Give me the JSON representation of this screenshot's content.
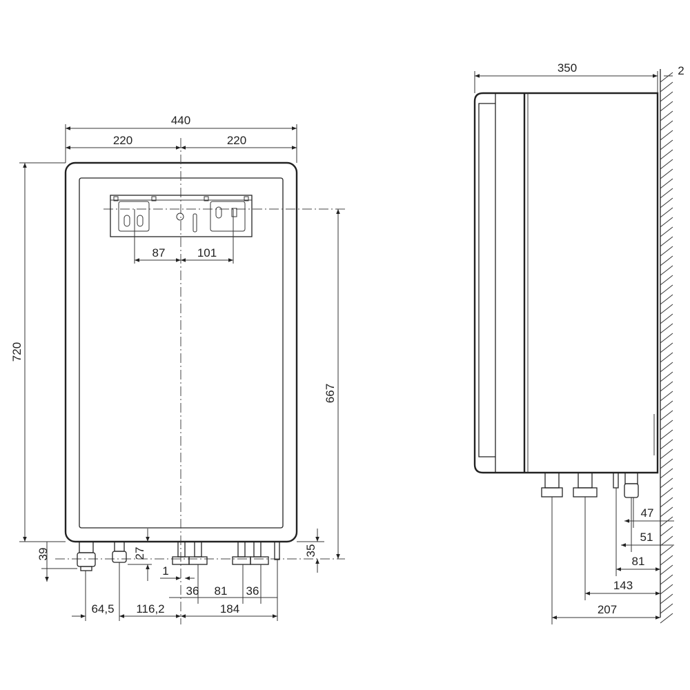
{
  "front_view": {
    "width_total": "440",
    "width_left": "220",
    "width_right": "220",
    "height_total": "720",
    "height_bracket": "667",
    "bracket_left": "87",
    "bracket_right": "101",
    "fitting_offset_39": "39",
    "fitting_offset_27": "27",
    "fitting_offset_35": "35",
    "offset_1": "1",
    "spacing_36_a": "36",
    "spacing_81": "81",
    "spacing_36_b": "36",
    "spacing_64_5": "64,5",
    "spacing_116_2": "116,2",
    "spacing_184": "184"
  },
  "side_view": {
    "depth": "350",
    "wall_gap": "2",
    "dist_47": "47",
    "dist_51": "51",
    "dist_81": "81",
    "dist_143": "143",
    "dist_207": "207"
  },
  "colors": {
    "line": "#222222",
    "background": "#ffffff"
  }
}
